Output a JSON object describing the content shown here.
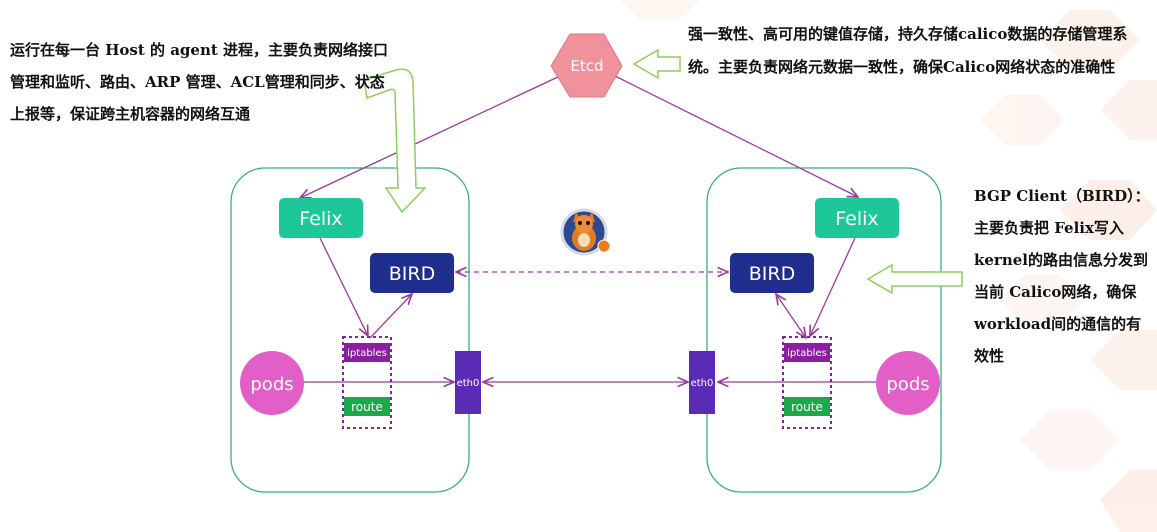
{
  "annotations": {
    "host_agent": "运行在每一台 Host 的 agent 进程，主要负责网络接口管理和监听、路由、ARP 管理、ACL管理和同步、状态上报等，保证跨主机容器的网络互通",
    "etcd_desc": "强一致性、高可用的键值存储，持久存储calico数据的存储管理系统。主要负责网络元数据一致性，确保Calico网络状态的准确性",
    "bird_desc": "BGP Client（BIRD）：主要负责把 Felix写入 kernel的路由信息分发到当前 Calico网络，确保 workload间的通信的有效性"
  },
  "nodes": {
    "etcd": "Etcd",
    "felix_left": "Felix",
    "felix_right": "Felix",
    "bird_left": "BIRD",
    "bird_right": "BIRD",
    "pods_left": "pods",
    "pods_right": "pods",
    "iptables_left": "iptables",
    "iptables_right": "iptables",
    "route_left": "route",
    "route_right": "route",
    "eth0_left": "eth0",
    "eth0_right": "eth0"
  },
  "colors": {
    "host_border": "#3daa8a",
    "felix": "#1ec79a",
    "bird": "#1f2d8c",
    "pods": "#e35fc8",
    "iptables": "#8a1fa0",
    "route": "#1aaa4a",
    "eth0": "#5a2bb5",
    "etcd": "#f0919b",
    "arrow": "#9a3a9a",
    "hint_arrow": "#8ccf5a"
  },
  "icons": {
    "mascot": "calico-cat-icon"
  }
}
